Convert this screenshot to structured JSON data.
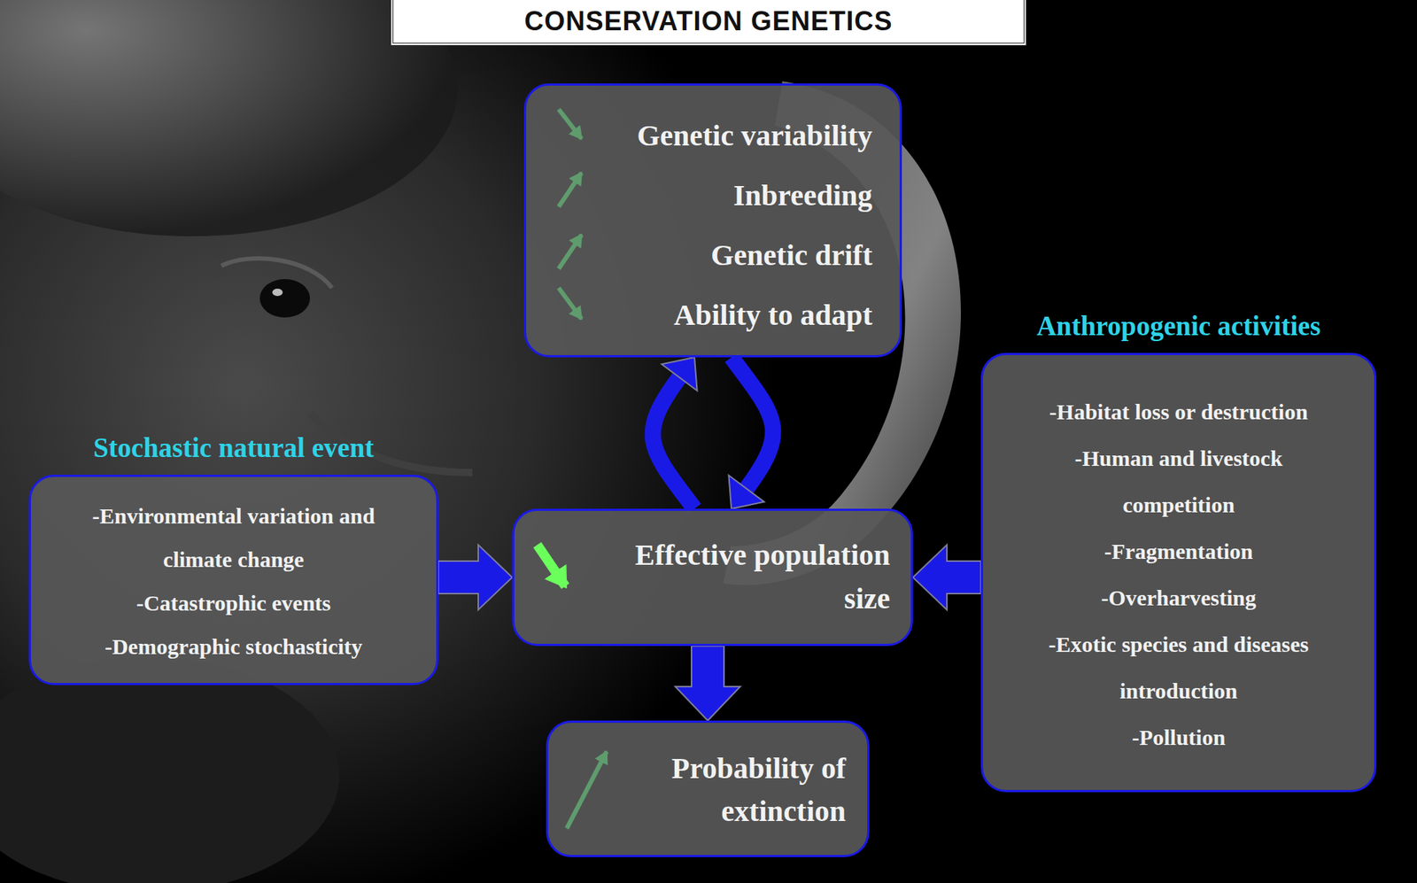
{
  "diagram": {
    "title": "CONSERVATION GENETICS",
    "nodes": [
      {
        "text": [
          "Genetic variability",
          "Inbreeding",
          "Genetic drift",
          "Ability to adapt"
        ]
      },
      {
        "text": [
          "Stochastic natural event",
          "-Environmental variation and climate change",
          "-Catastrophic events",
          "-Demographic stochasticity"
        ]
      },
      {
        "text": [
          "Effective population size"
        ]
      },
      {
        "text": [
          "Anthropogenic activities",
          "-Habitat loss or destruction",
          "-Human and livestock competition",
          "-Fragmentation",
          "-Overharvesting",
          "-Exotic species and diseases introduction",
          "-Pollution"
        ]
      },
      {
        "text": [
          "Probability of extinction"
        ]
      }
    ],
    "edges": [
      {
        "from": 0,
        "to": 2,
        "arrow": "to"
      },
      {
        "from": 2,
        "to": 0,
        "arrow": "to"
      },
      {
        "from": 1,
        "to": 2,
        "arrow": "to"
      },
      {
        "from": 3,
        "to": 2,
        "arrow": "to"
      },
      {
        "from": 2,
        "to": 4,
        "arrow": "to"
      }
    ]
  }
}
